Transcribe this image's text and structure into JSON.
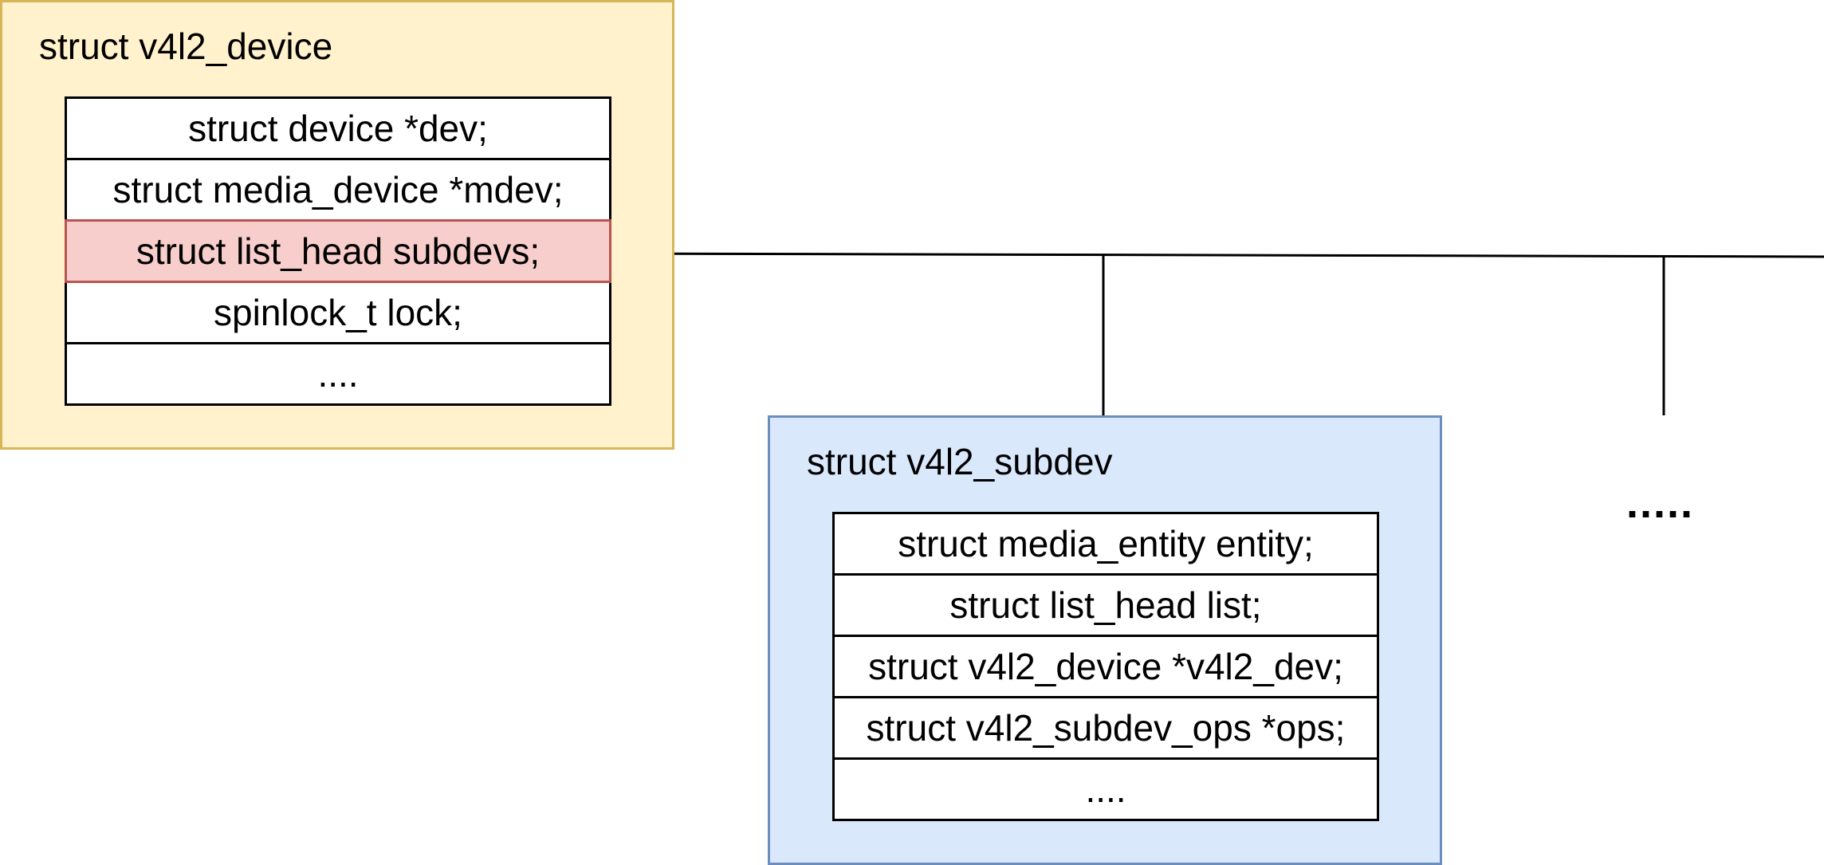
{
  "device": {
    "title": "struct v4l2_device",
    "fields": [
      "struct device *dev;",
      "struct media_device *mdev;",
      "struct list_head subdevs;",
      "spinlock_t lock;",
      "...."
    ],
    "highlight_color": "#f8cecc",
    "fill_color": "#fff2cc",
    "border_color": "#d6b656"
  },
  "subdev": {
    "title": "struct v4l2_subdev",
    "fields": [
      "struct media_entity entity;",
      "struct list_head list;",
      "struct v4l2_device *v4l2_dev;",
      "struct v4l2_subdev_ops *ops;",
      "...."
    ],
    "fill_color": "#dae8fc",
    "border_color": "#6c8ebf"
  },
  "more_label": "....."
}
